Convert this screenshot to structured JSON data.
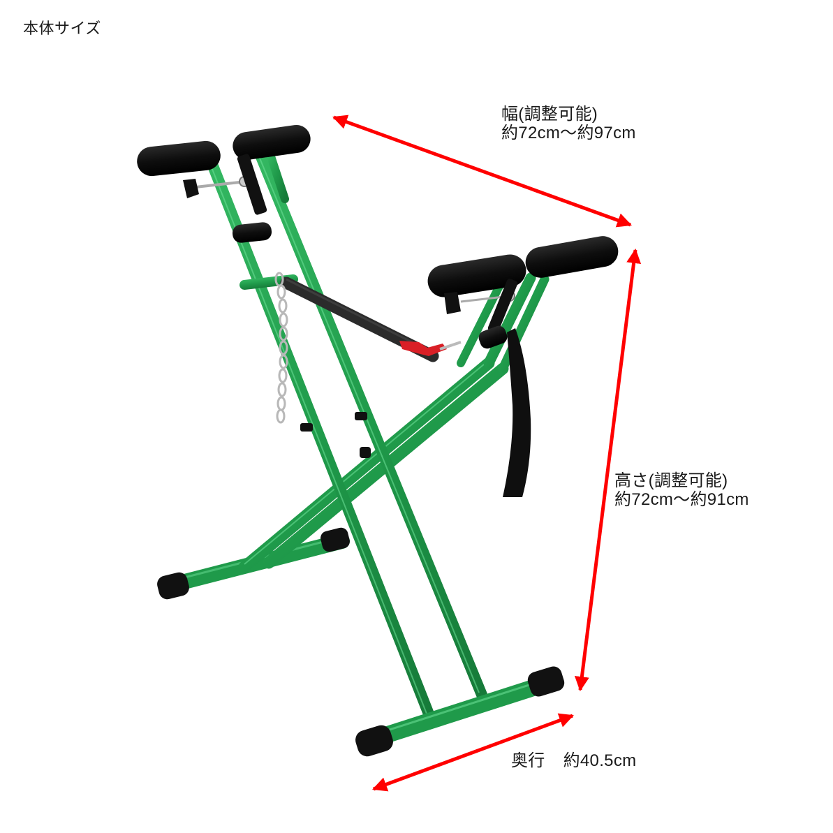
{
  "page": {
    "title": "本体サイズ"
  },
  "dimensions": {
    "width": {
      "label": "幅(調整可能)",
      "value": "約72cm〜約97cm"
    },
    "height": {
      "label": "高さ(調整可能)",
      "value": "約72cm〜約91cm"
    },
    "depth": {
      "label": "奥行",
      "value": "約40.5cm"
    }
  },
  "colors": {
    "background": "#ffffff",
    "frame_green": "#1f9a4a",
    "frame_highlight": "#5fd38a",
    "foam_black": "#111111",
    "arrow_red": "#ff0000",
    "strap_red": "#d91f26",
    "chain_silver": "#b8b8b8",
    "text": "#1a1a1a"
  },
  "product": {
    "name_icon": "exercise-stand-illustration"
  }
}
